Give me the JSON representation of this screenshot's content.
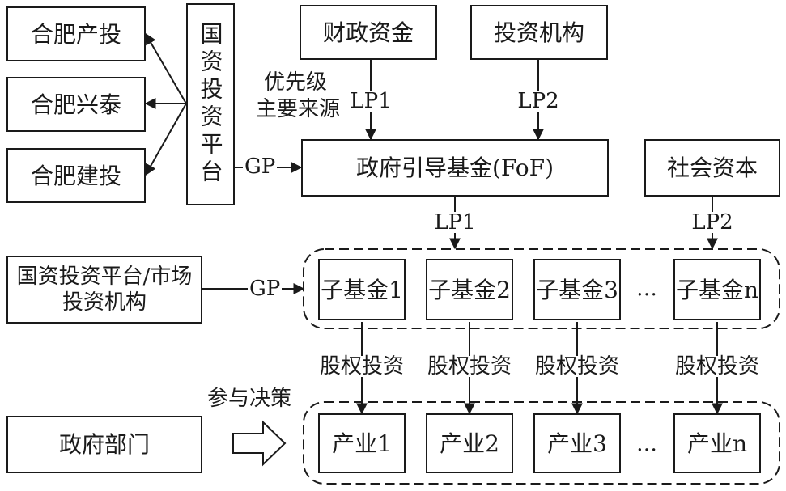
{
  "platform": {
    "companies": [
      "合肥产投",
      "合肥兴泰",
      "合肥建投"
    ],
    "title": "国资投资平台",
    "priority_note": [
      "优先级",
      "主要来源"
    ]
  },
  "sources": {
    "fiscal": "财政资金",
    "investors": "投资机构",
    "social": "社会资本"
  },
  "fof": {
    "title": "政府引导基金(FoF)"
  },
  "gp_manager": {
    "line1": "国资投资平台/市场",
    "line2": "投资机构"
  },
  "gov_dept": {
    "title": "政府部门",
    "note": "参与决策"
  },
  "relations": {
    "gp": "GP",
    "lp1": "LP1",
    "lp2": "LP2",
    "equity": "股权投资",
    "ellipsis": "…"
  },
  "subfunds": [
    "子基金1",
    "子基金2",
    "子基金3",
    "子基金n"
  ],
  "industries": [
    "产业1",
    "产业2",
    "产业3",
    "产业n"
  ]
}
